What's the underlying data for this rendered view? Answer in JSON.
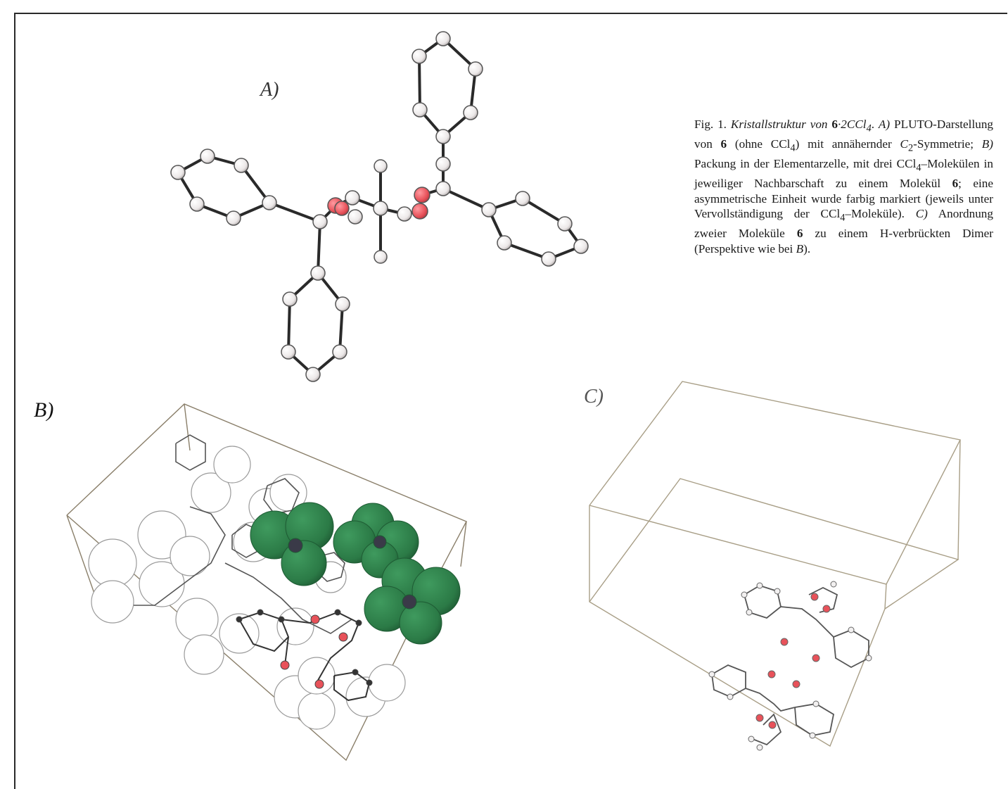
{
  "figure": {
    "panel_labels": {
      "a": "A)",
      "b": "B)",
      "c": "C)"
    },
    "caption": {
      "fig_number": "Fig. 1.",
      "title_italic": "Kristallstruktur von",
      "compound_bold": "6",
      "compound_italic": "·2CCl",
      "compound_sub": "4",
      "period": ".",
      "part_a_label": "A)",
      "part_a_text_1": "PLUTO-Darstellung von",
      "part_a_bold": "6",
      "part_a_text_2": "(ohne CCl",
      "part_a_sub": "4",
      "part_a_text_3": ") mit annähernder",
      "part_a_sym": "C",
      "part_a_sym_sub": "2",
      "part_a_text_4": "-Symmetrie;",
      "part_b_label": "B)",
      "part_b_text_1": "Packung in der Elementarzelle, mit drei CCl",
      "part_b_sub": "4",
      "part_b_text_2": "–Molekülen in jeweiliger Nachbarschaft zu einem Molekül",
      "part_b_bold": "6",
      "part_b_text_3": "; eine asymmetrische Einheit wurde farbig markiert (jeweils unter Vervollständigung der CCl",
      "part_b_sub2": "4",
      "part_b_text_4": "–Moleküle).",
      "part_c_label": "C)",
      "part_c_text_1": "Anordnung zweier Moleküle",
      "part_c_bold": "6",
      "part_c_text_2": "zu einem H-verbrückten Dimer (Perspektive wie bei",
      "part_c_ref": "B",
      "part_c_end": ")."
    },
    "colors": {
      "oxygen": "#e8525a",
      "carbon": "#f2f0f0",
      "chlorine": "#2b7a46",
      "bond": "#2a2a2a",
      "cell": "#8a7f6a"
    }
  }
}
